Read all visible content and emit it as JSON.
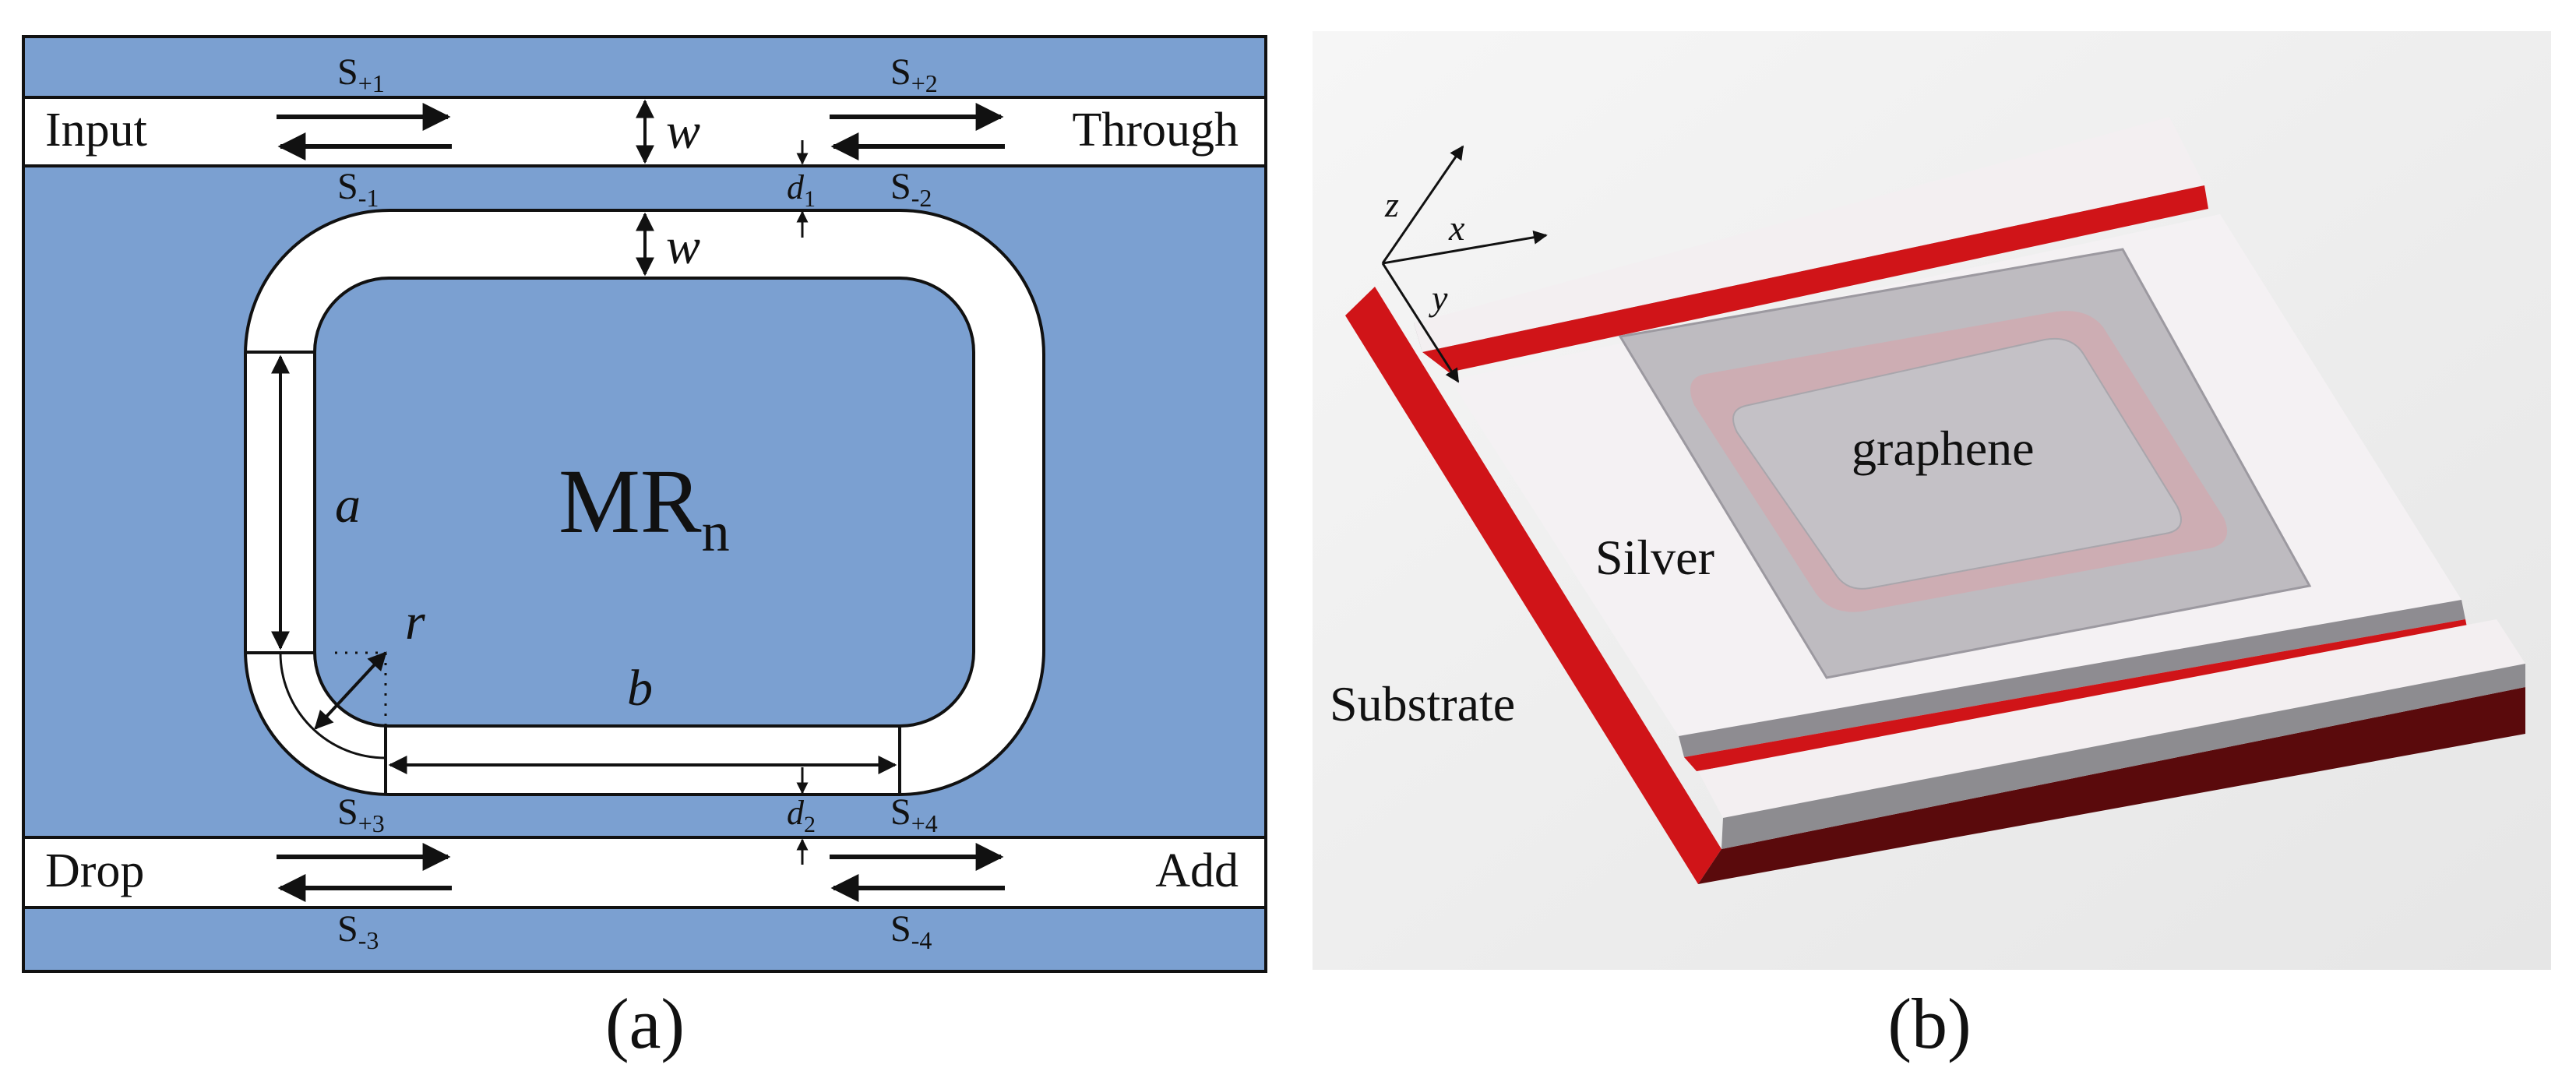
{
  "panel_a": {
    "caption": "(a)",
    "ports": {
      "input": "Input",
      "through": "Through",
      "drop": "Drop",
      "add": "Add"
    },
    "dims": {
      "w_top": "w",
      "w_ring": "w",
      "a": "a",
      "b": "b",
      "r": "r"
    },
    "gaps": {
      "d1": {
        "base": "d",
        "sub": "1"
      },
      "d2": {
        "base": "d",
        "sub": "2"
      }
    },
    "ring_label": {
      "base": "MR",
      "sub": "n"
    },
    "modes": {
      "s_p1": {
        "base": "S",
        "sub": "+1"
      },
      "s_m1": {
        "base": "S",
        "sub": "-1"
      },
      "s_p2": {
        "base": "S",
        "sub": "+2"
      },
      "s_m2": {
        "base": "S",
        "sub": "-2"
      },
      "s_p3": {
        "base": "S",
        "sub": "+3"
      },
      "s_m3": {
        "base": "S",
        "sub": "-3"
      },
      "s_p4": {
        "base": "S",
        "sub": "+4"
      },
      "s_m4": {
        "base": "S",
        "sub": "-4"
      }
    },
    "colors": {
      "substrate": "#7ba0d1",
      "waveguide": "#ffffff",
      "outline": "#111111"
    }
  },
  "panel_b": {
    "caption": "(b)",
    "labels": {
      "graphene": "graphene",
      "silver": "Silver",
      "substrate": "Substrate"
    },
    "axes": {
      "x": "x",
      "y": "y",
      "z": "z"
    },
    "colors": {
      "silver": "#f4f0f2",
      "substrate_side": "#d01418",
      "substrate_dark": "#5a0a0c",
      "graphene": "#b9b6bc"
    }
  }
}
